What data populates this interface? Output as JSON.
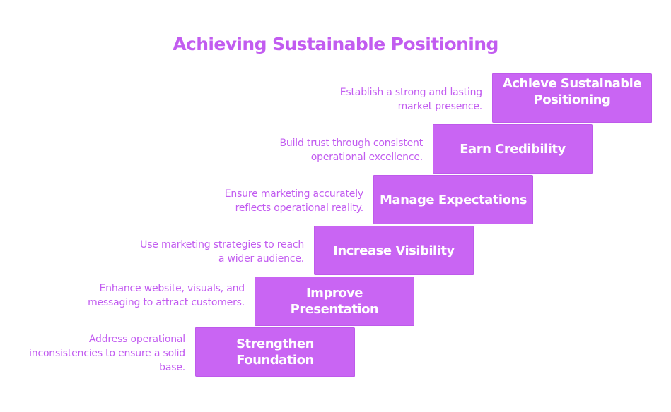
{
  "title": "Achieving Sustainable Positioning",
  "steps": [
    {
      "label": "Achieve Sustainable Positioning",
      "description": "Establish a strong and lasting market presence."
    },
    {
      "label": "Earn Credibility",
      "description": "Build trust through consistent operational excellence."
    },
    {
      "label": "Manage Expectations",
      "description": "Ensure marketing accurately reflects operational reality."
    },
    {
      "label": "Increase Visibility",
      "description": "Use marketing strategies to reach a wider audience."
    },
    {
      "label": "Improve Presentation",
      "description": "Enhance website, visuals, and messaging to attract customers."
    },
    {
      "label": "Strengthen Foundation",
      "description": "Address operational inconsistencies to ensure a solid base."
    }
  ],
  "colors": {
    "step_fill": "#c965f3",
    "text_accent": "#c25cf0",
    "step_text": "#ffffff"
  }
}
